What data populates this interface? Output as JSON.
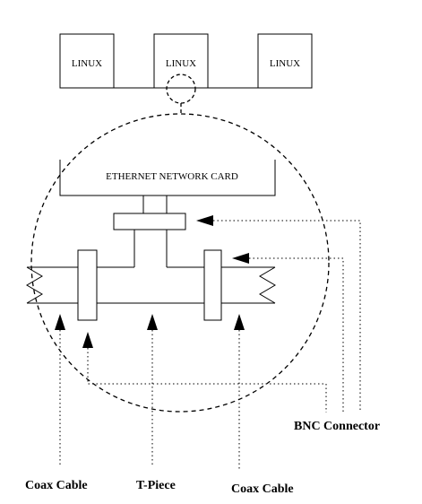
{
  "nodes": {
    "linux_1": "LINUX",
    "linux_2": "LINUX",
    "linux_3": "LINUX"
  },
  "card": {
    "label": "ETHERNET NETWORK CARD"
  },
  "callouts": {
    "bnc_connector": "BNC Connector",
    "coax_cable_left": "Coax Cable",
    "t_piece": "T-Piece",
    "coax_cable_right": "Coax Cable"
  }
}
